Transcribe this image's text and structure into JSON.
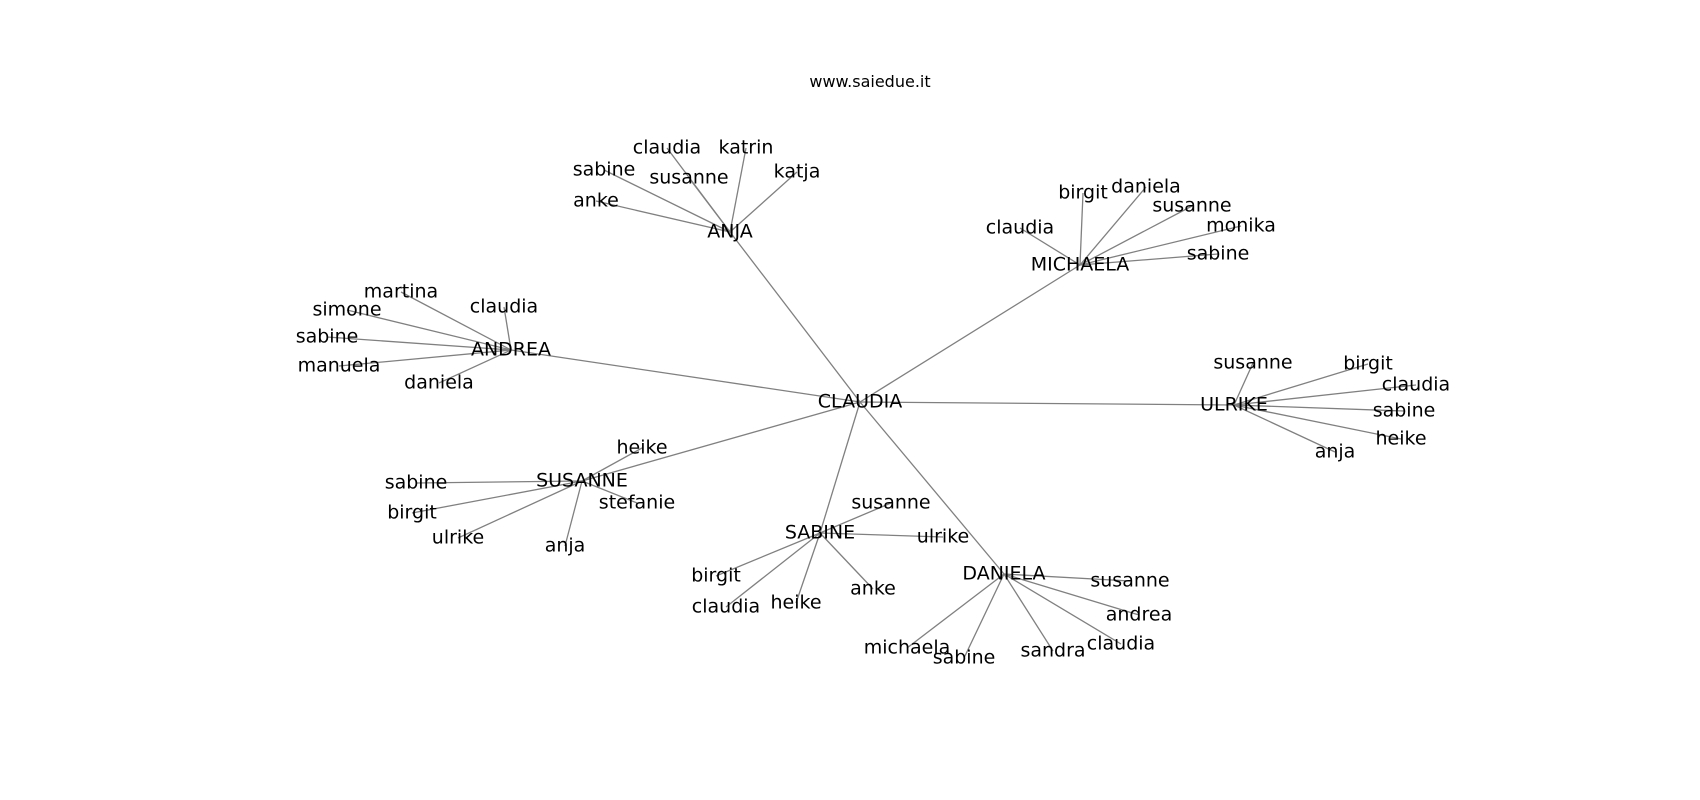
{
  "title": "www.saiedue.it",
  "colors": {
    "edge": "#808080",
    "text": "#000000",
    "background": "#ffffff"
  },
  "center": "CLAUDIA",
  "groups": [
    {
      "name": "ANJA",
      "children": [
        "claudia",
        "katrin",
        "sabine",
        "susanne",
        "katja",
        "anke"
      ]
    },
    {
      "name": "MICHAELA",
      "children": [
        "birgit",
        "daniela",
        "susanne",
        "claudia",
        "monika",
        "sabine"
      ]
    },
    {
      "name": "ANDREA",
      "children": [
        "martina",
        "simone",
        "claudia",
        "sabine",
        "manuela",
        "daniela"
      ]
    },
    {
      "name": "ULRIKE",
      "children": [
        "susanne",
        "birgit",
        "claudia",
        "sabine",
        "heike",
        "anja"
      ]
    },
    {
      "name": "SUSANNE",
      "children": [
        "heike",
        "sabine",
        "stefanie",
        "birgit",
        "ulrike",
        "anja"
      ]
    },
    {
      "name": "SABINE",
      "children": [
        "susanne",
        "ulrike",
        "birgit",
        "claudia",
        "heike",
        "anke"
      ]
    },
    {
      "name": "DANIELA",
      "children": [
        "susanne",
        "andrea",
        "claudia",
        "sandra",
        "sabine",
        "michaela"
      ]
    }
  ]
}
